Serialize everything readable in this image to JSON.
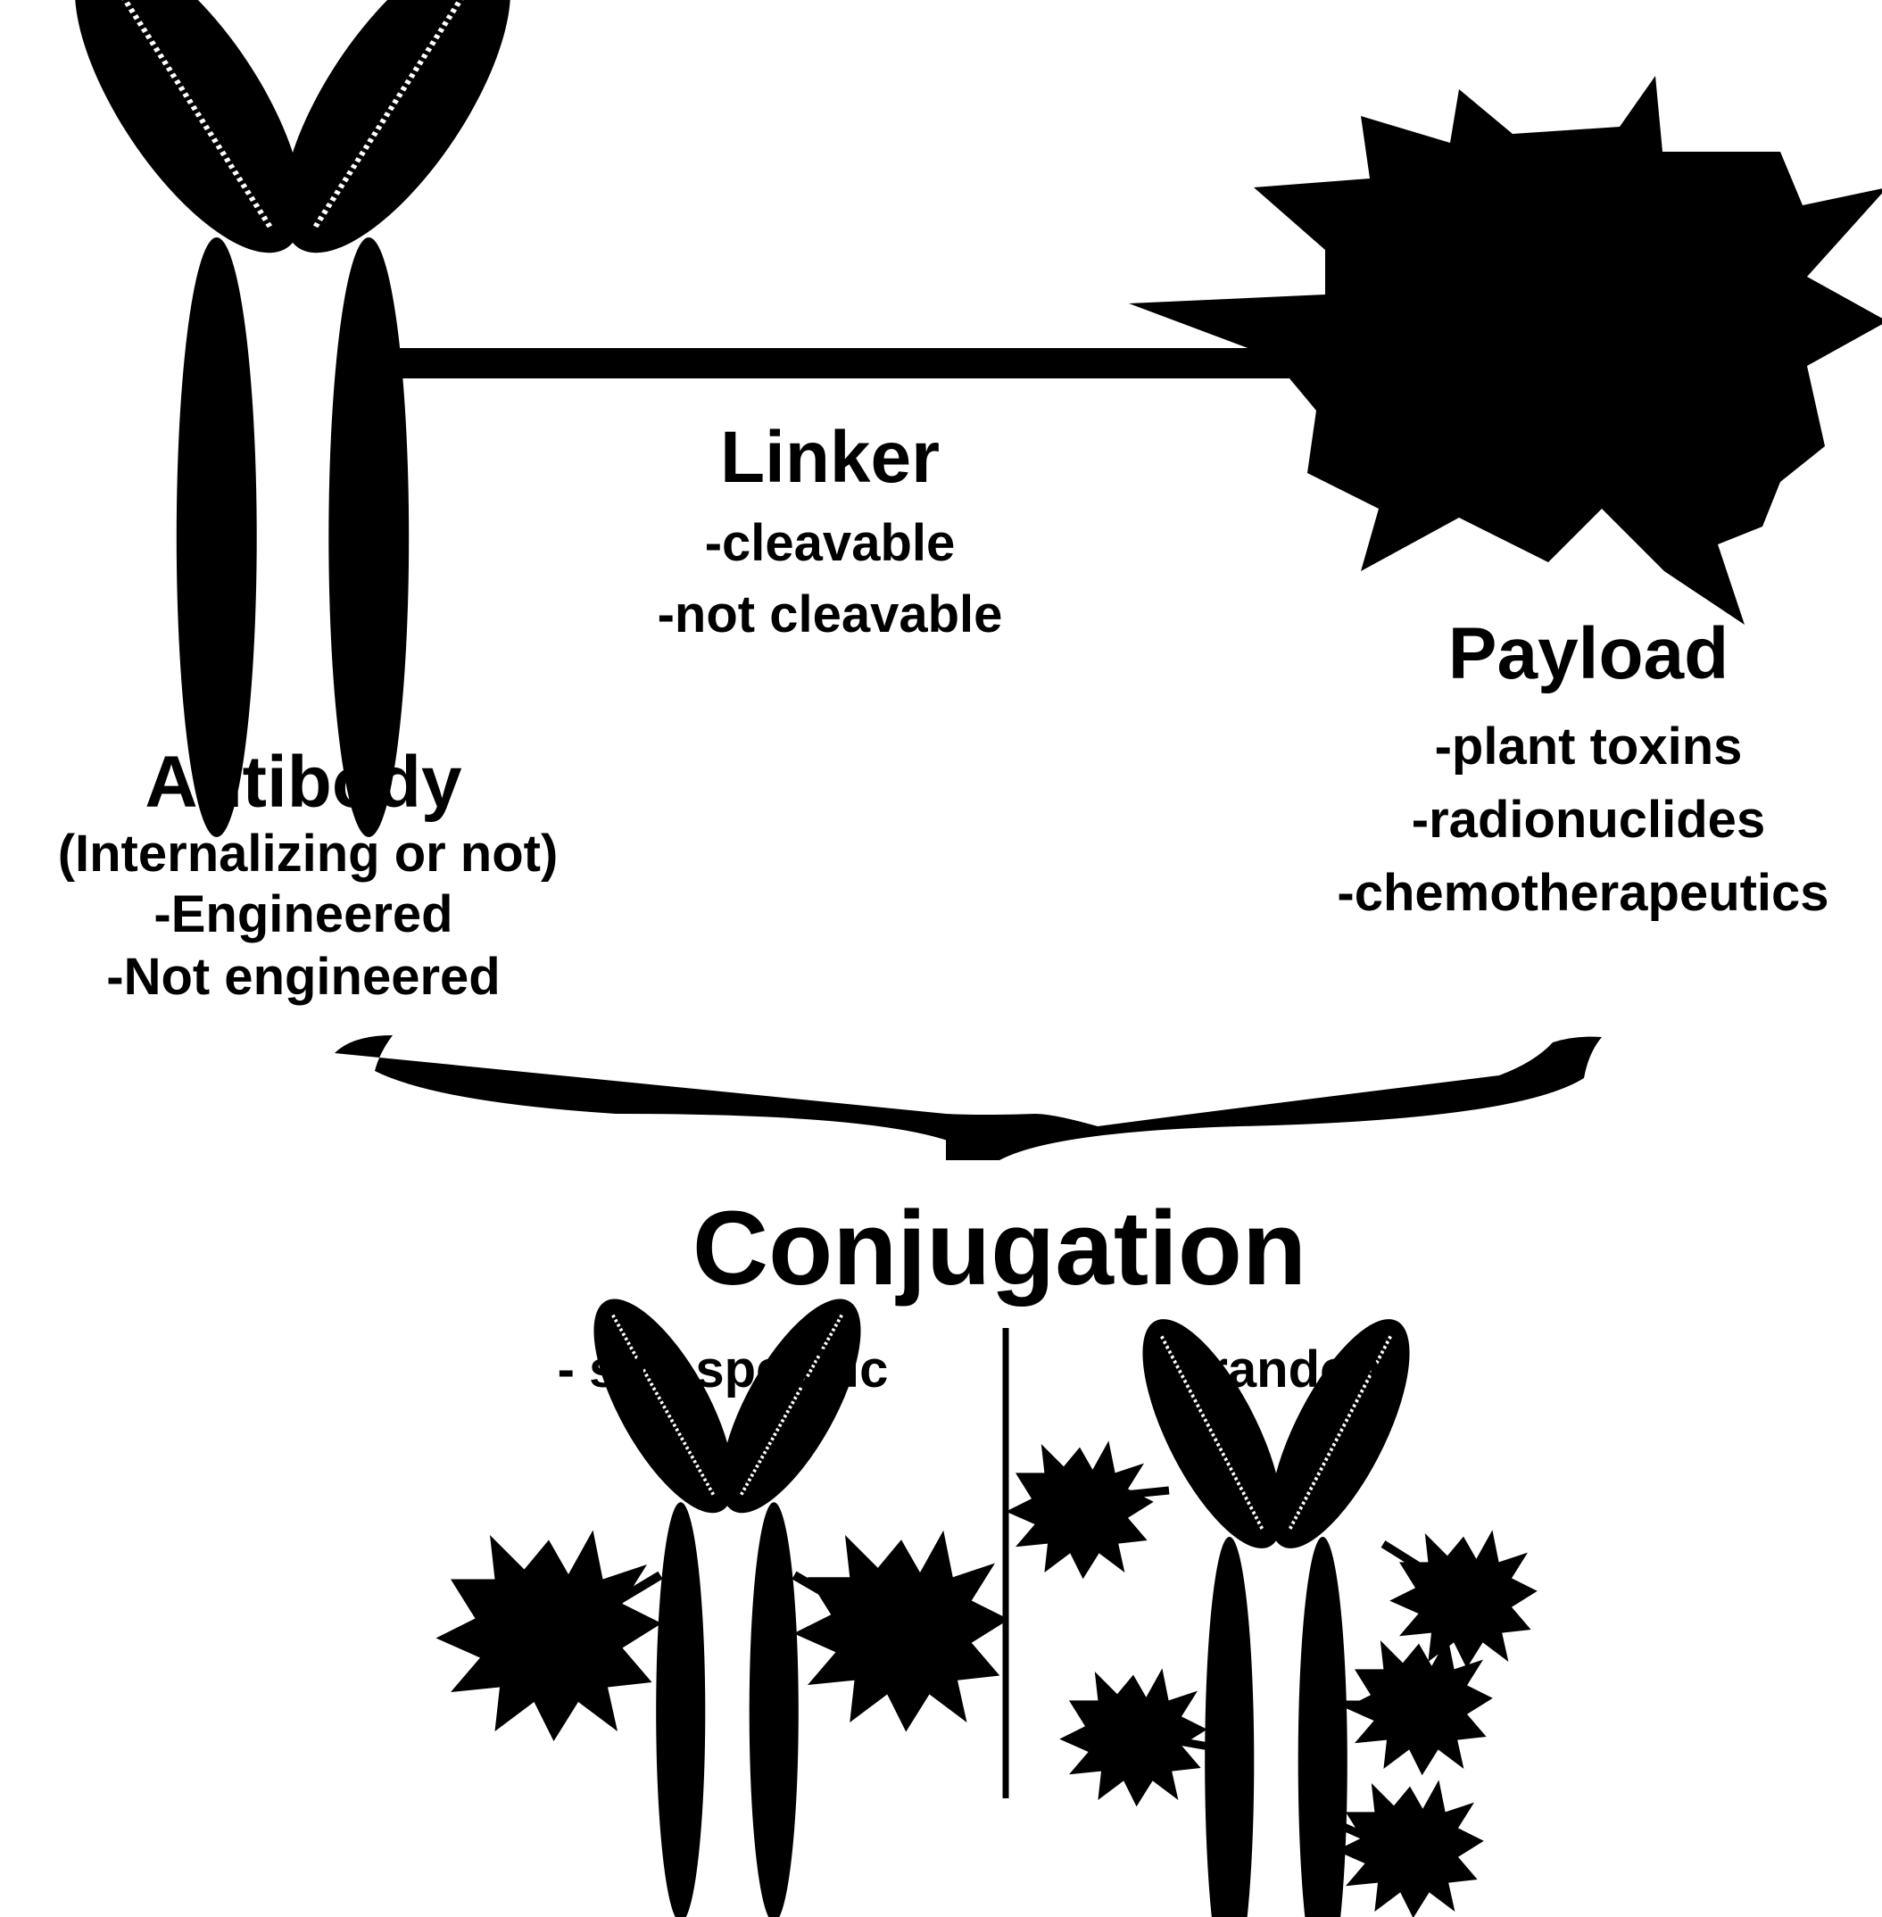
{
  "antibody": {
    "title": "Antibody",
    "subtitle": "(Internalizing or not)",
    "options": [
      "-Engineered",
      "-Not engineered"
    ]
  },
  "linker": {
    "title": "Linker",
    "options": [
      "-cleavable",
      "-not cleavable"
    ]
  },
  "payload": {
    "title": "Payload",
    "options": [
      "-plant toxins",
      "-radionuclides",
      "-chemotherapeutics"
    ]
  },
  "conjugation": {
    "title": "Conjugation",
    "methods": [
      "- site-specific",
      "-random"
    ]
  },
  "colors": {
    "ink": "#000000",
    "paper": "#ffffff"
  }
}
